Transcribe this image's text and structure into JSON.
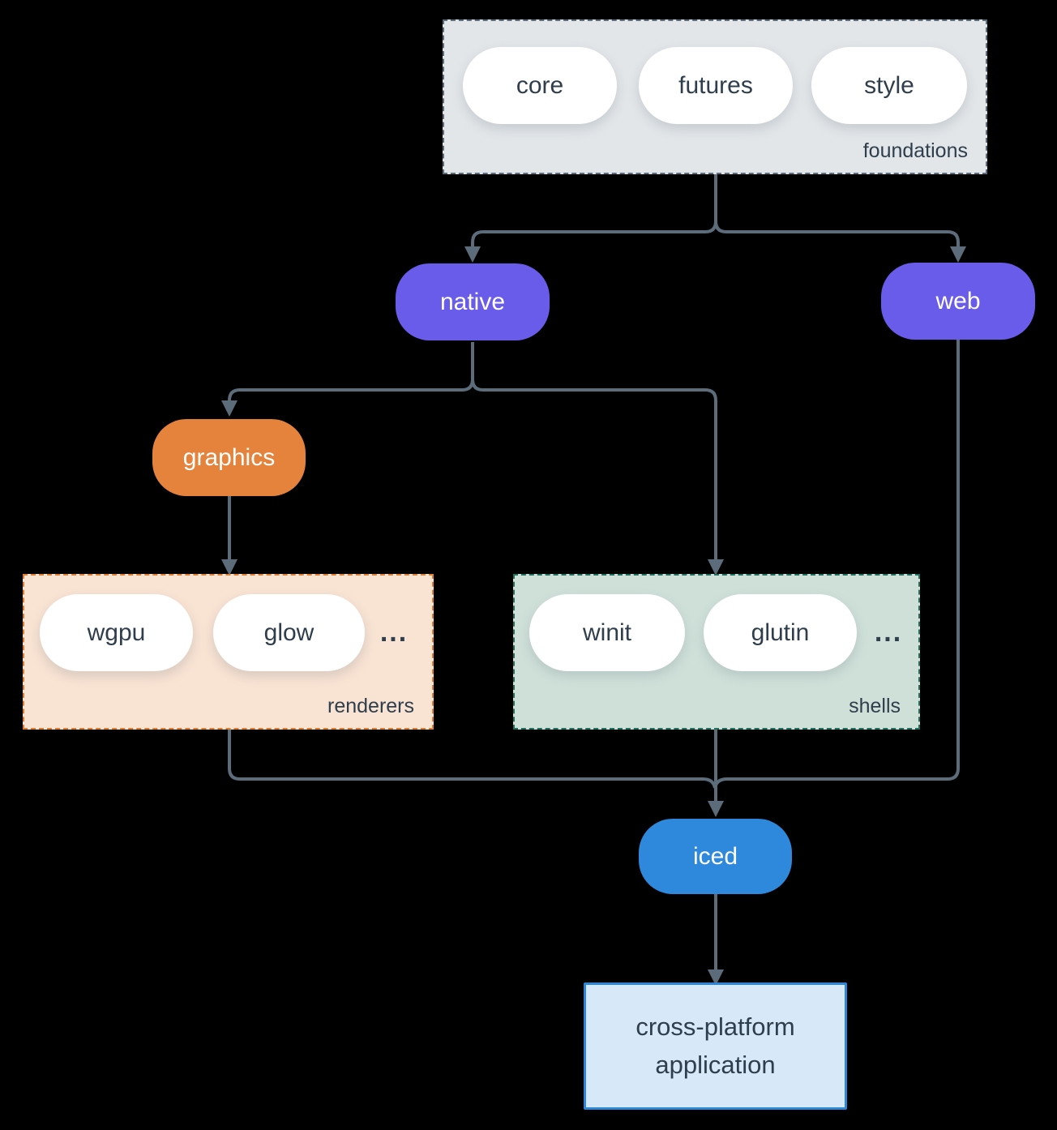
{
  "diagram": {
    "groups": {
      "foundations": {
        "label": "foundations",
        "pills": [
          "core",
          "futures",
          "style"
        ]
      },
      "renderers": {
        "label": "renderers",
        "pills": [
          "wgpu",
          "glow"
        ],
        "more": "..."
      },
      "shells": {
        "label": "shells",
        "pills": [
          "winit",
          "glutin"
        ],
        "more": "..."
      }
    },
    "nodes": {
      "native": "native",
      "web": "web",
      "graphics": "graphics",
      "iced": "iced",
      "application": {
        "line1": "cross-platform",
        "line2": "application"
      }
    }
  },
  "colors": {
    "background": "#000000",
    "edge": "#5d6c7b",
    "text-dark": "#2f3e4c",
    "text-light": "#ffffff",
    "pill-white": "#ffffff",
    "purple": "#695cea",
    "orange": "#e5823b",
    "blue": "#2e89dc",
    "foundations-fill": "#e2e6e9",
    "foundations-border": "#5e6d7d",
    "renderers-fill": "#f9e3d3",
    "renderers-border": "#e07d2e",
    "shells-fill": "#cfe0d9",
    "shells-border": "#20705f",
    "app-fill": "#d7e8f8",
    "app-border": "#2e86d6"
  }
}
